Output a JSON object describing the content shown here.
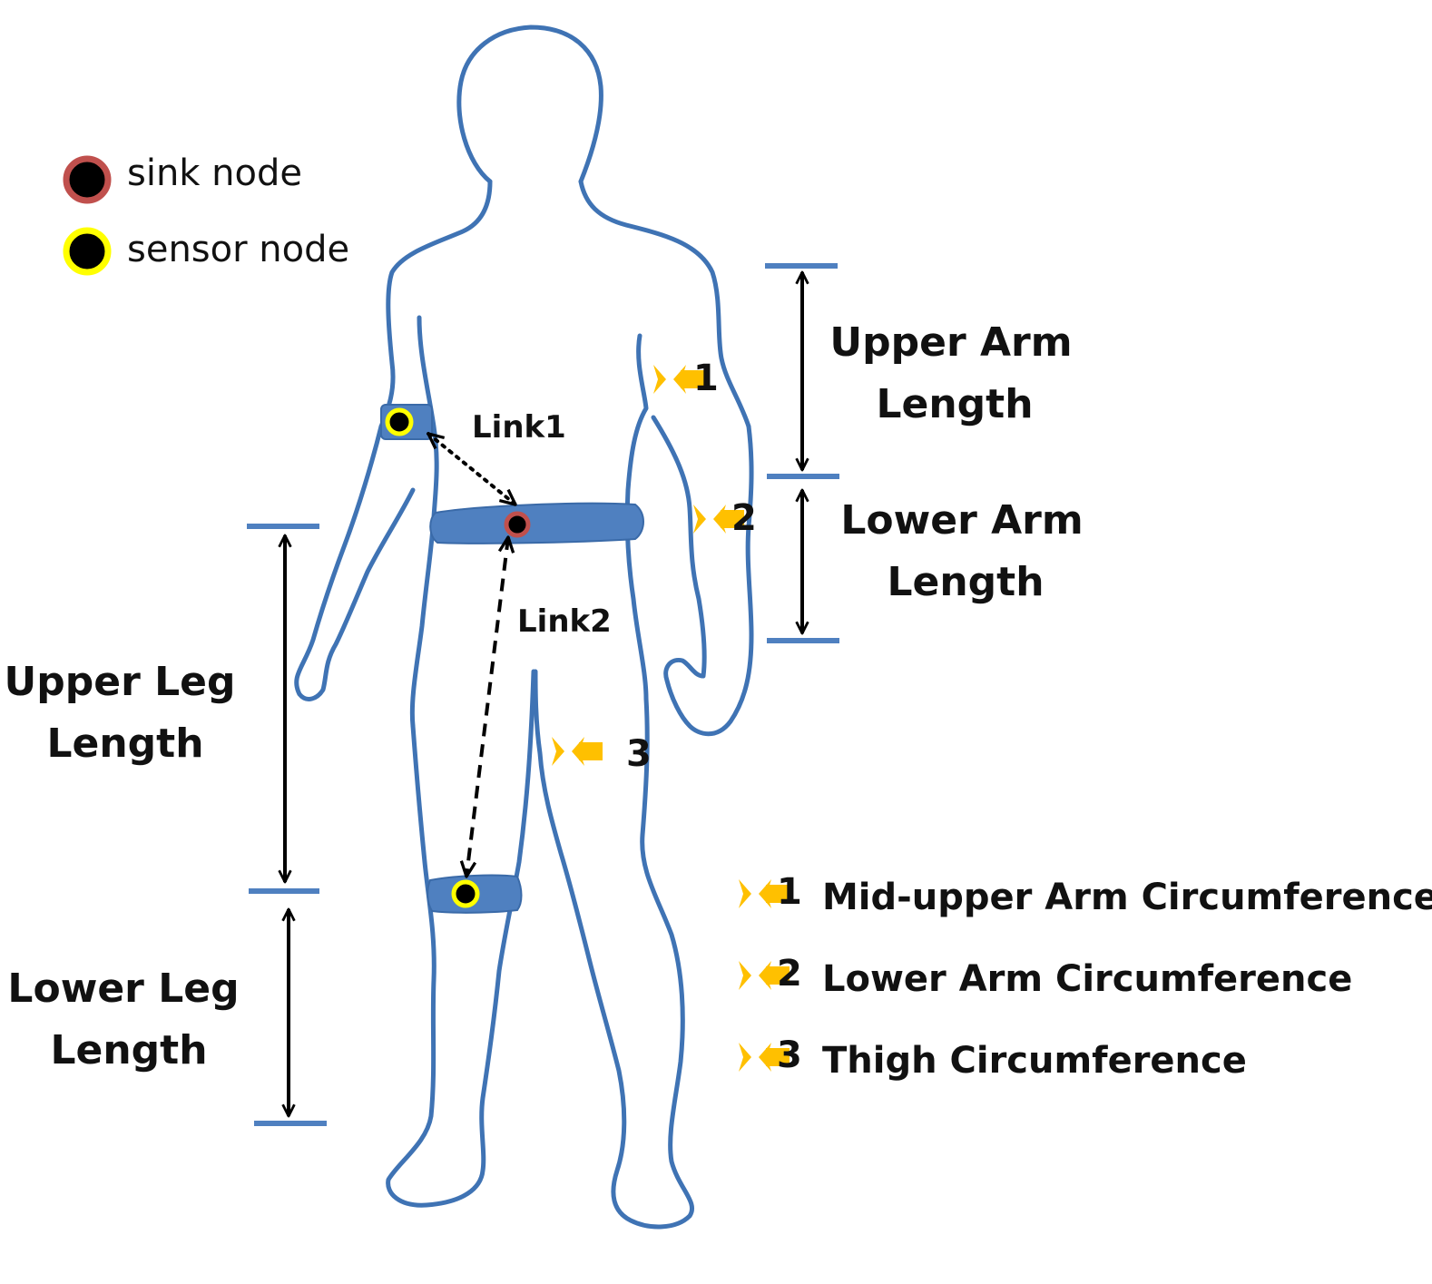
{
  "legend": {
    "sink_label": "sink node",
    "sensor_label": "sensor node"
  },
  "links": {
    "link1": "Link1",
    "link2": "Link2"
  },
  "measurements": {
    "upper_arm_line1": "Upper Arm",
    "upper_arm_line2": "Length",
    "lower_arm_line1": "Lower Arm",
    "lower_arm_line2": "Length",
    "upper_leg_line1": "Upper Leg",
    "upper_leg_line2": "Length",
    "lower_leg_line1": "Lower Leg",
    "lower_leg_line2": "Length"
  },
  "circumference_key": [
    {
      "number": "1",
      "label": "Mid-upper Arm Circumference"
    },
    {
      "number": "2",
      "label": "Lower Arm Circumference"
    },
    {
      "number": "3",
      "label": "Thigh Circumference"
    }
  ],
  "markers": {
    "arm_upper": "1",
    "arm_lower": "2",
    "thigh": "3"
  },
  "colors": {
    "body_outline": "#3f73b4",
    "band": "#4f80c0",
    "measure_bar": "#4f80c0",
    "sink_ring": "#c0504d",
    "sensor_ring": "#ffff00",
    "node_core": "#000000",
    "circ_marker": "#ffc000",
    "text": "#111111"
  }
}
